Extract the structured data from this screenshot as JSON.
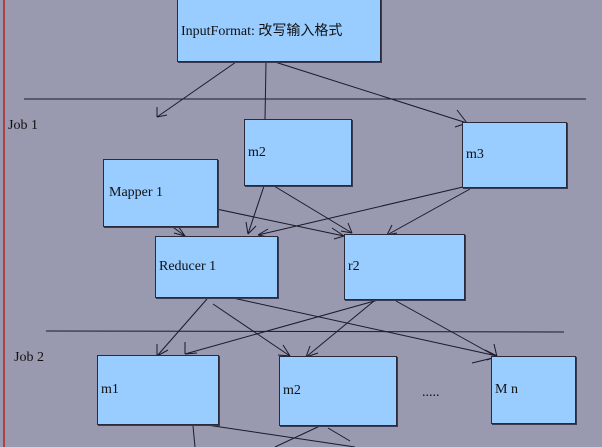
{
  "nodes": {
    "input_format": "InputFormat: 改写输入格式",
    "job1_map_1": "Mapper 1",
    "job1_map_2": "m2",
    "job1_map_3": "m3",
    "job1_reduce_1": "Reducer 1",
    "job1_reduce_2": "r2",
    "job2_map_1": "m1",
    "job2_map_2": "m2",
    "job2_map_n": "M n"
  },
  "labels": {
    "job1": "Job 1",
    "job2": "Job 2",
    "ellipsis": "....."
  },
  "colors": {
    "background": "#9999b0",
    "node_fill": "#99ccff",
    "line": "#1a1a2a",
    "left_edge": "#b04048"
  }
}
